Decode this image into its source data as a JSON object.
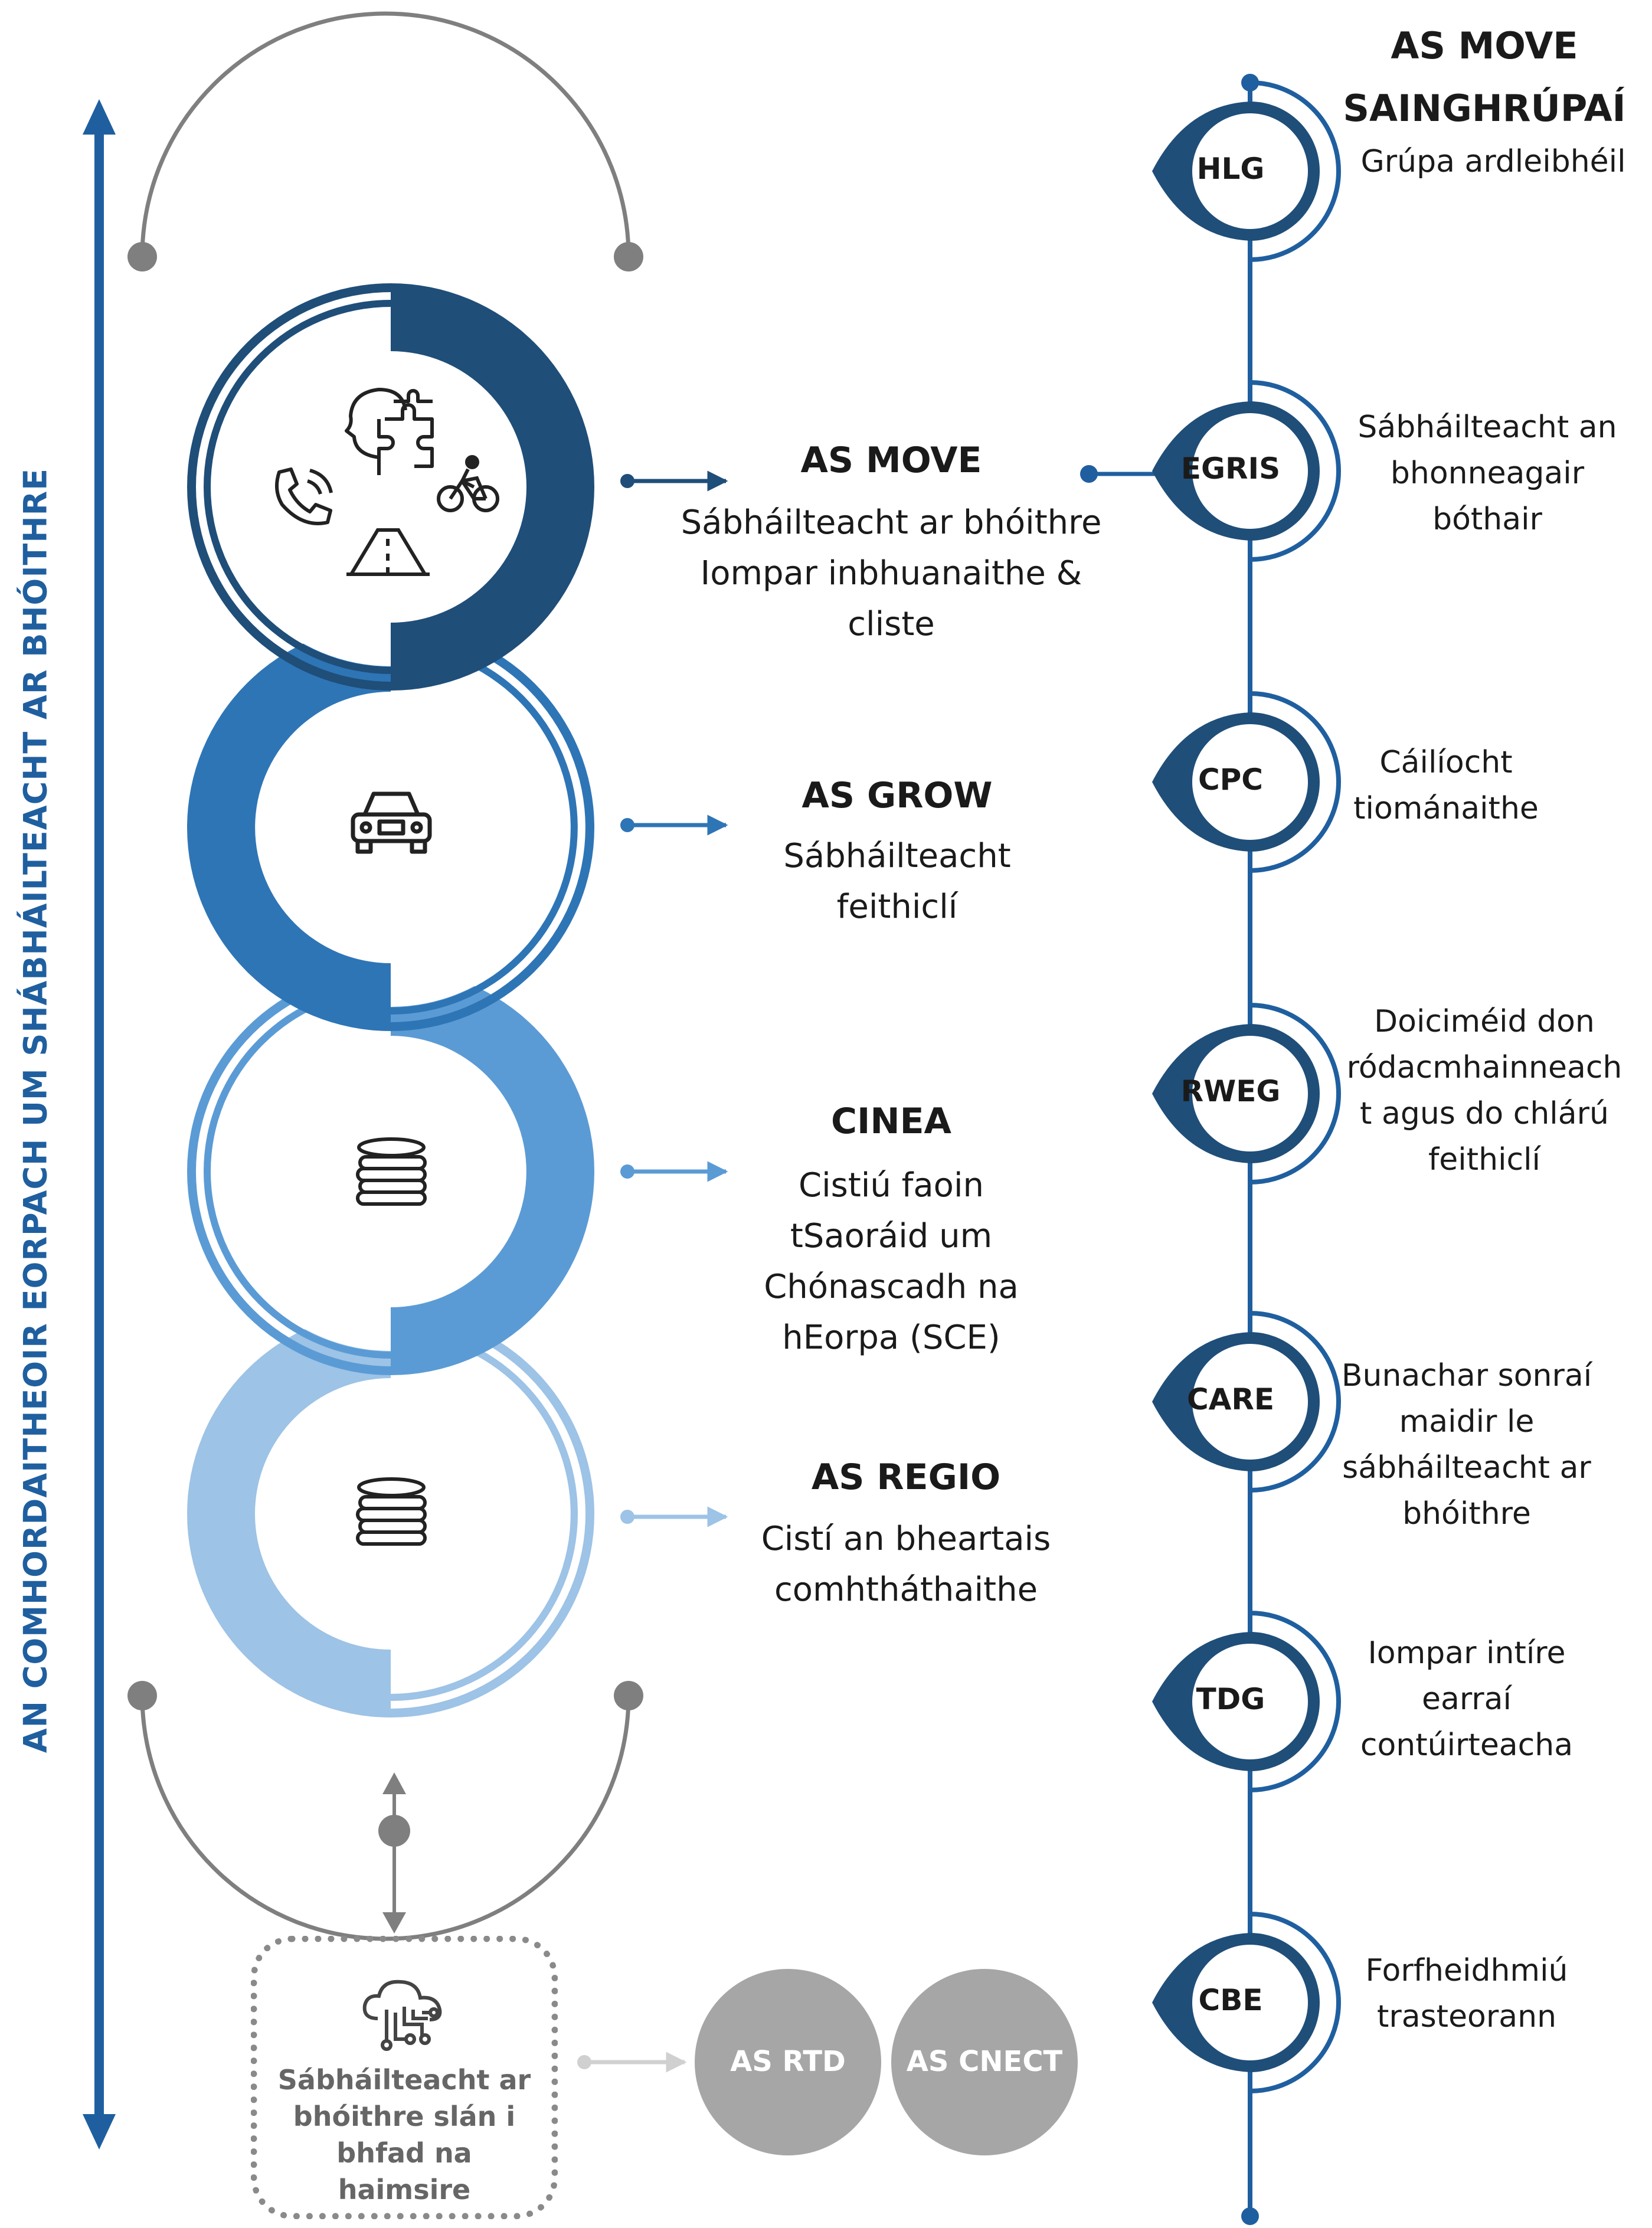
{
  "side_title": "AN COMHORDAITHEOIR EORPACH UM SHÁBHÁILTEACHT AR BHÓITHRE",
  "colors": {
    "dark_navy": "#1f4e79",
    "mid_blue": "#2e75b6",
    "light_blue": "#5b9bd5",
    "pale_blue": "#9dc3e6",
    "timeline_blue": "#1f5f9f",
    "grey": "#7f7f7f"
  },
  "directorates": [
    {
      "heading": "AS MOVE",
      "lines": [
        "Sábháilteacht ar bhóithre",
        "Iompar inbhuanaithe &",
        "cliste"
      ],
      "icons": [
        "head-puzzle-icon",
        "cyclist-icon",
        "phone-icon",
        "road-icon"
      ]
    },
    {
      "heading": "AS GROW",
      "lines": [
        "Sábháilteacht",
        "feithiclí"
      ],
      "icons": [
        "car-icon"
      ]
    },
    {
      "heading": "CINEA",
      "lines": [
        "Cistiú faoin",
        "tSaoráid um",
        "Chónascadh na",
        "hEorpa (SCE)"
      ],
      "icons": [
        "coins-icon"
      ]
    },
    {
      "heading": "AS REGIO",
      "lines": [
        "Cistí an bheartais",
        "comhtháthaithe"
      ],
      "icons": [
        "coins-icon"
      ]
    }
  ],
  "expert_groups": {
    "heading_lines": [
      "AS MOVE",
      "SAINGHRÚPAÍ"
    ],
    "groups": [
      {
        "code": "HLG",
        "lines": [
          "Grúpa ardleibhéil"
        ]
      },
      {
        "code": "EGRIS",
        "lines": [
          "Sábháilteacht an",
          "bhonneagair",
          "bóthair"
        ]
      },
      {
        "code": "CPC",
        "lines": [
          "Cáilíocht",
          "tiománaithe"
        ]
      },
      {
        "code": "RWEG",
        "lines": [
          "Doiciméid don",
          "ródacmhainneach",
          "t agus do chlárú",
          "feithiclí"
        ]
      },
      {
        "code": "CARE",
        "lines": [
          "Bunachar sonraí",
          "maidir le",
          "sábháilteacht ar",
          "bhóithre"
        ]
      },
      {
        "code": "TDG",
        "lines": [
          "Iompar intíre",
          "earraí",
          "contúirteacha"
        ]
      },
      {
        "code": "CBE",
        "lines": [
          "Forfheidhmiú",
          "trasteorann"
        ]
      }
    ]
  },
  "long_term": {
    "lines": [
      "Sábháilteacht ar",
      "bhóithre slán i",
      "bhfad na",
      "haimsire"
    ],
    "icon": "cloud-circuit-icon",
    "partners": [
      "AS RTD",
      "AS CNECT"
    ]
  }
}
